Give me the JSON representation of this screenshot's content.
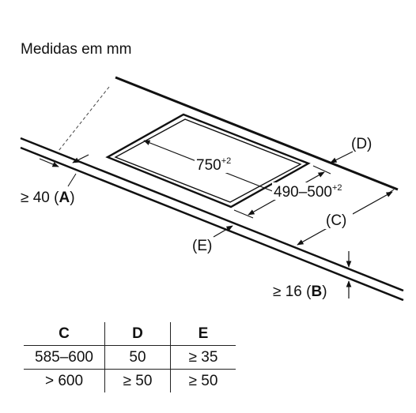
{
  "title": "Medidas em mm",
  "labels": {
    "a_prefix": "≥ 40 (",
    "a_letter": "A",
    "a_suffix": ")",
    "b_prefix": "≥ 16 (",
    "b_letter": "B",
    "b_suffix": ")",
    "c": "(C)",
    "d": "(D)",
    "e": "(E)",
    "width_value": "750",
    "width_tol": "+2",
    "depth_value": "490–500",
    "depth_tol": "+2"
  },
  "table": {
    "headers": [
      "C",
      "D",
      "E"
    ],
    "rows": [
      [
        "585–600",
        "50",
        "≥ 35"
      ],
      [
        "> 600",
        "≥ 50",
        "≥ 50"
      ]
    ]
  }
}
